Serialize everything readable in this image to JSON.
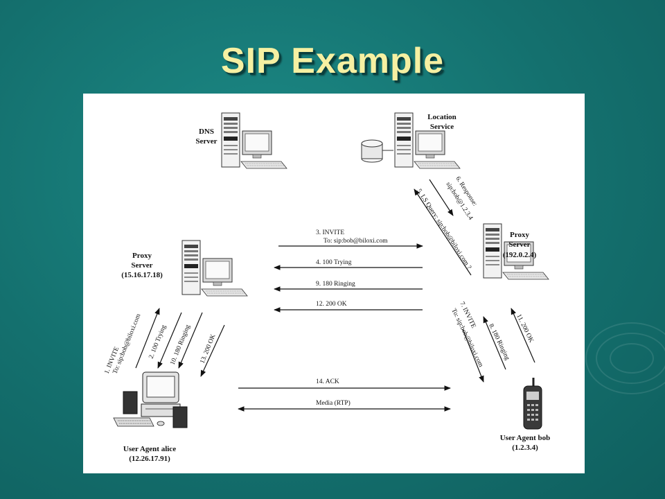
{
  "slide": {
    "title": "SIP Example"
  },
  "nodes": {
    "dns": {
      "line1": "DNS",
      "line2": "Server"
    },
    "location": {
      "line1": "Location",
      "line2": "Service"
    },
    "proxy_left": {
      "line1": "Proxy",
      "line2": "Server",
      "line3": "(15.16.17.18)"
    },
    "proxy_right": {
      "line1": "Proxy",
      "line2": "Server",
      "line3": "(192.0.2.4)"
    },
    "alice": {
      "line1": "User Agent alice",
      "line2": "(12.26.17.91)"
    },
    "bob": {
      "line1": "User Agent bob",
      "line2": "(1.2.3.4)"
    }
  },
  "messages": {
    "m1": {
      "line1": "1. INVITE",
      "line2": "To: sip:bob@biloxi.com"
    },
    "m2": {
      "line1": "2. 100 Trying"
    },
    "m3": {
      "line1": "3. INVITE",
      "line2": "To: sip:bob@biloxi.com"
    },
    "m4": {
      "line1": "4. 100 Trying"
    },
    "m5": {
      "line1": "5. LS Query: sip:bob@biloxi.com ?"
    },
    "m6": {
      "line1": "6. Response:",
      "line2": "sip:bob@1.2.3.4"
    },
    "m7": {
      "line1": "7. INVITE",
      "line2": "To: sip:bob@biloxi.com"
    },
    "m8": {
      "line1": "8. 180 Ringing"
    },
    "m9": {
      "line1": "9. 180 Ringing"
    },
    "m10": {
      "line1": "10. 180 Ringing"
    },
    "m11": {
      "line1": "11. 200 OK"
    },
    "m12": {
      "line1": "12. 200 OK"
    },
    "m13": {
      "line1": "13. 200 OK"
    },
    "m14": {
      "line1": "14. ACK"
    },
    "media": {
      "line1": "Media (RTP)"
    }
  },
  "colors": {
    "background": "#14706e",
    "title": "#f6f0a2",
    "figure": "#ffffff"
  },
  "icons": [
    "server-icon",
    "database-icon",
    "desktop-computer-icon",
    "mobile-phone-icon"
  ]
}
